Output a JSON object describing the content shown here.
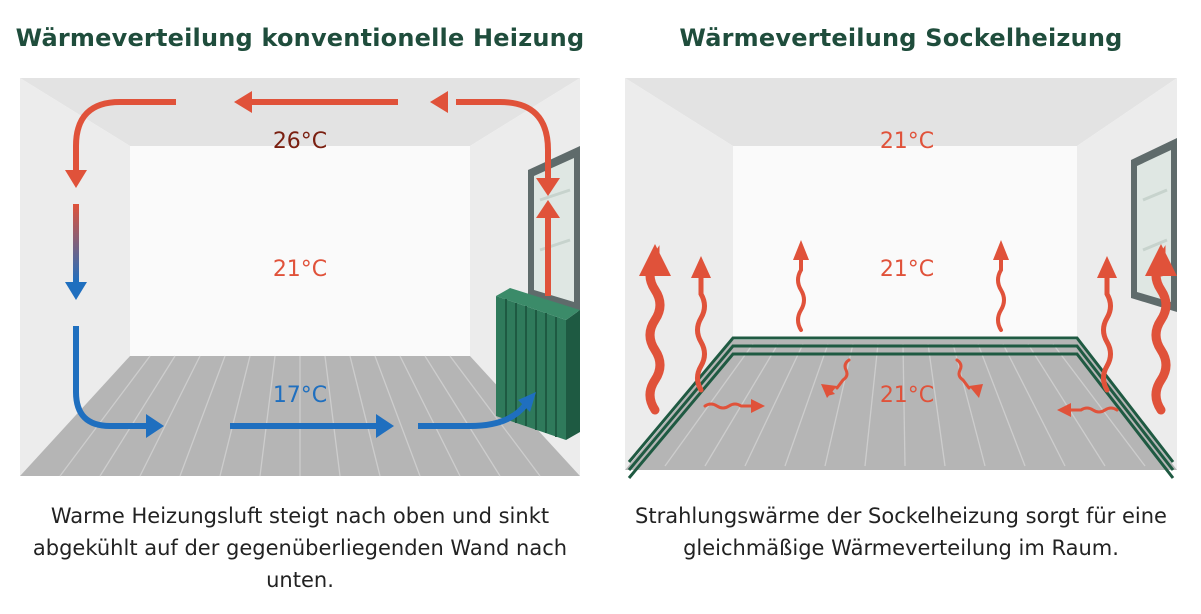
{
  "left": {
    "title": "Wärmeverteilung konventionelle Heizung",
    "temp_ceiling": "26°C",
    "temp_middle": "21°C",
    "temp_floor": "17°C",
    "caption": "Warme Heizungsluft steigt nach oben und sinkt abgekühlt auf der gegenüberliegenden Wand nach unten."
  },
  "right": {
    "title": "Wärmeverteilung Sockelheizung",
    "temp_ceiling": "21°C",
    "temp_middle": "21°C",
    "temp_floor": "21°C",
    "caption": "Strahlungswärme der Sockelheizung sorgt für eine gleichmäßige Wärmeverteilung im Raum."
  },
  "colors": {
    "title": "#1f4d3c",
    "warm": "#e0523a",
    "hot_text": "#7a1f10",
    "cold": "#1f6fbf",
    "radiator": "#2f7a5b",
    "baseboard": "#1f5a42",
    "floor": "#b5b5b5",
    "ceiling": "#e3e3e3",
    "wall": "#f2f2f2"
  }
}
